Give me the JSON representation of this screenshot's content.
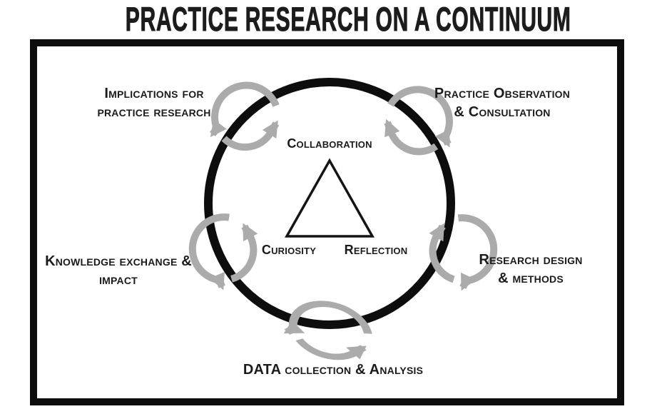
{
  "title": "PRACTICE RESEARCH ON A CONTINUUM",
  "inner_triangle": {
    "top_label": "Collaboration",
    "bottom_left_label": "Curiosity",
    "bottom_right_label": "Reflection"
  },
  "stages": [
    {
      "name": "implications-for-practice-research",
      "position": "top-left",
      "line1": "Implications for",
      "line2": "practice research"
    },
    {
      "name": "practice-observation-consultation",
      "position": "top-right",
      "line1": "Practice Observation",
      "line2": "& Consultation"
    },
    {
      "name": "knowledge-exchange-impact",
      "position": "left",
      "line1": "Knowledge exchange &",
      "line2": "impact"
    },
    {
      "name": "research-design-methods",
      "position": "right",
      "line1": "Research design",
      "line2": "& methods"
    },
    {
      "name": "data-collection-analysis",
      "position": "bottom",
      "line1": "DATA collection & Analysis",
      "line2": ""
    }
  ],
  "icons": [
    {
      "name": "cycle-arrow-icon",
      "count": 5,
      "meaning": "iterative cycle between stages around the continuum circle"
    }
  ],
  "colors": {
    "ink": "#1c1c1c",
    "frame": "#0d0d0d",
    "circle": "#0d0d0d",
    "arrow_gray": "#ababab",
    "background": "#ffffff"
  }
}
